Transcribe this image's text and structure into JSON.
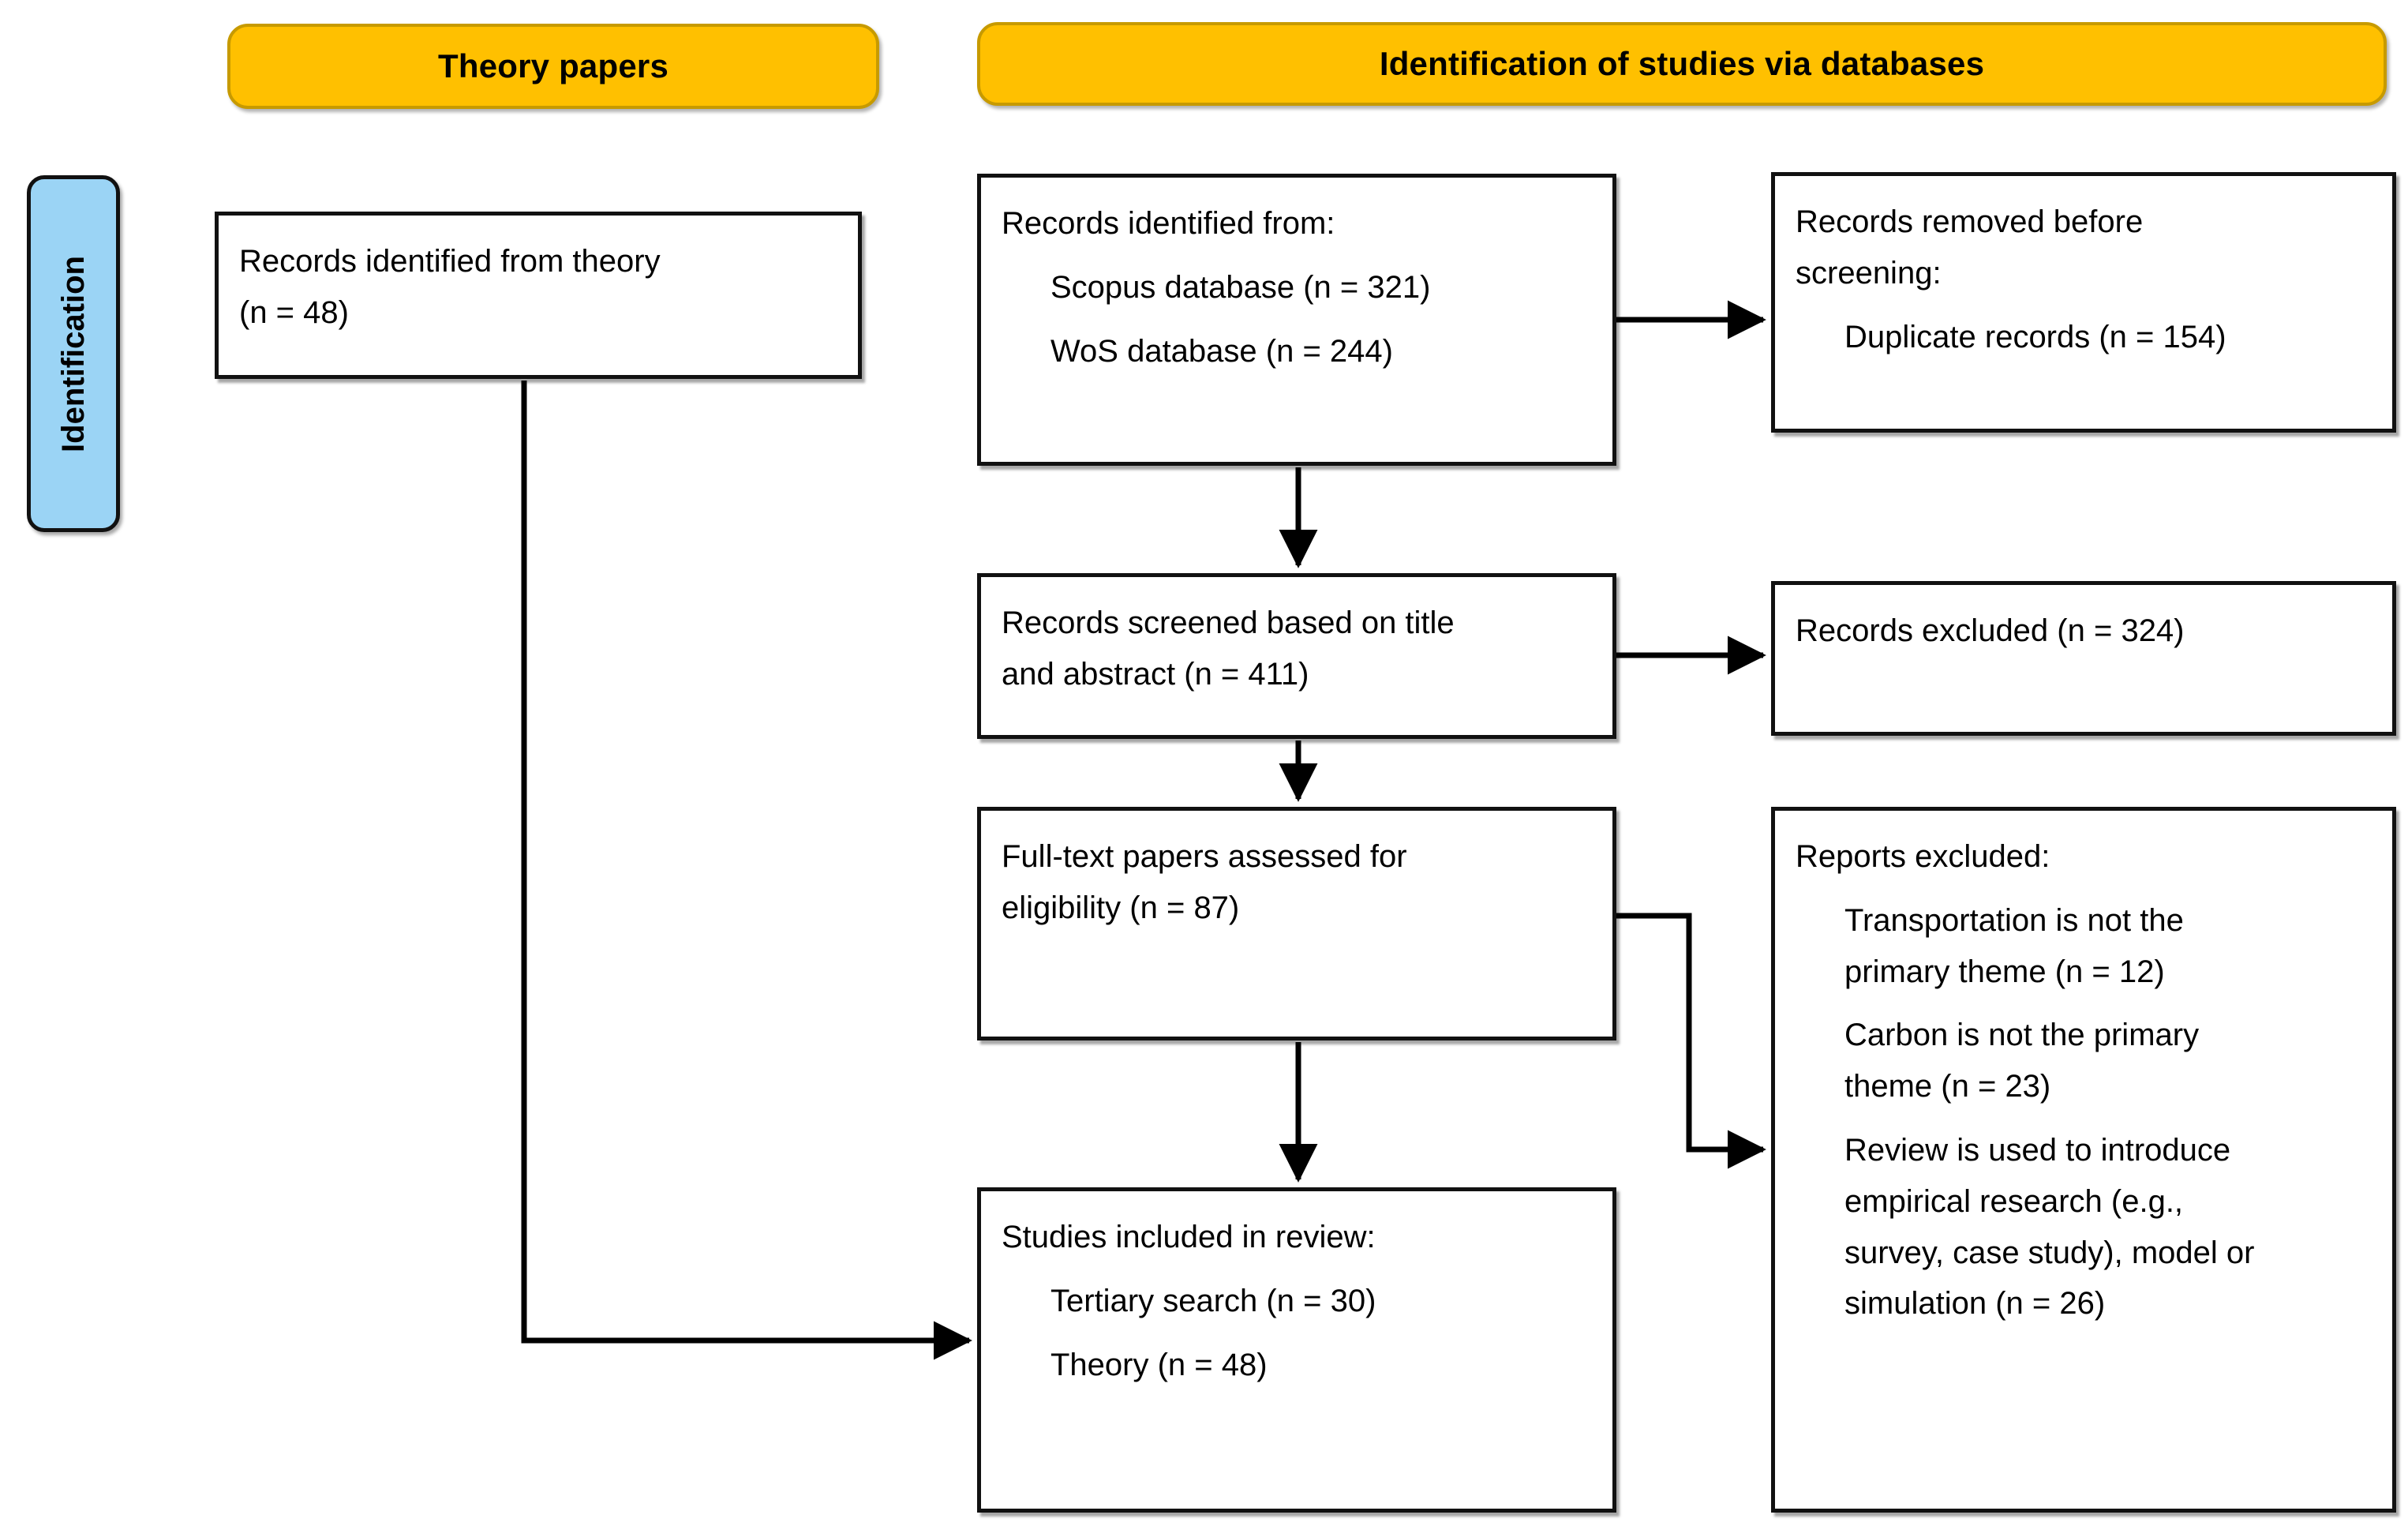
{
  "diagram": {
    "title": "PRISMA flow diagram",
    "type": "flowchart",
    "colors": {
      "banner_fill": "#FFC000",
      "banner_border": "#C79A00",
      "stage_fill": "#9BD4F5",
      "box_border": "#111111",
      "box_fill": "#FFFFFF",
      "connector": "#000000"
    }
  },
  "banners": {
    "theory": "Theory papers",
    "databases": "Identification of studies via databases"
  },
  "stages": {
    "identification": "Identification"
  },
  "boxes": {
    "theory_records": {
      "line1": "Records identified from theory",
      "line2": "(n = 48)"
    },
    "identified": {
      "line1": "Records identified from:",
      "line2": "Scopus database (n = 321)",
      "line3": "WoS database (n = 244)"
    },
    "removed": {
      "line1": "Records removed before",
      "line2": "screening:",
      "line3": "Duplicate records (n = 154)"
    },
    "screened": {
      "line1": "Records screened based on title",
      "line2": "and abstract (n = 411)"
    },
    "excluded": {
      "line1": "Records excluded (n = 324)"
    },
    "fulltext": {
      "line1": "Full-text papers assessed for",
      "line2": "eligibility (n = 87)"
    },
    "reports_excluded": {
      "line1": "Reports excluded:",
      "line2": "Transportation is not the",
      "line3": "primary theme (n = 12)",
      "line4": "Carbon is not the primary",
      "line5": "theme (n = 23)",
      "line6": "Review is used to introduce",
      "line7": "empirical research (e.g.,",
      "line8": "survey, case study), model or",
      "line9": "simulation (n = 26)"
    },
    "included": {
      "line1": "Studies included in review:",
      "line2": "Tertiary search (n = 30)",
      "line3": "Theory (n = 48)"
    }
  },
  "counts": {
    "theory_records": 48,
    "scopus": 321,
    "wos": 244,
    "duplicates_removed": 154,
    "screened": 411,
    "records_excluded": 324,
    "fulltext_assessed": 87,
    "excl_transportation_not_primary": 12,
    "excl_carbon_not_primary": 23,
    "excl_review_introduces_empirical": 26,
    "included_tertiary_search": 30,
    "included_theory": 48
  }
}
